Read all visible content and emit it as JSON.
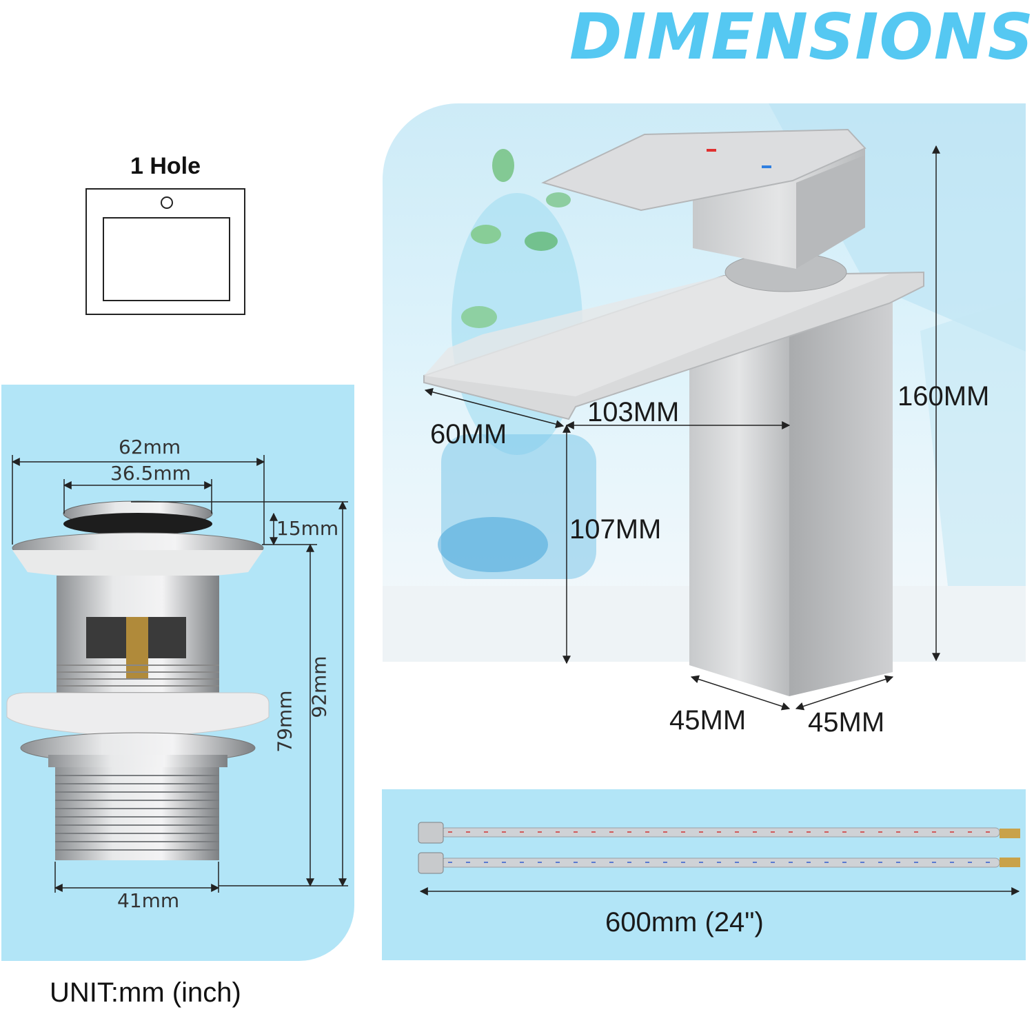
{
  "title": "DIMENSIONS",
  "hole_diagram": {
    "label": "1 Hole"
  },
  "drain": {
    "dims": {
      "top_width": "62mm",
      "cap_width": "36.5mm",
      "cap_height": "15mm",
      "body_width": "41mm",
      "body_height": "79mm",
      "total_height": "92mm"
    }
  },
  "faucet": {
    "dims": {
      "spout_width": "60MM",
      "spout_reach": "103MM",
      "spout_height": "107MM",
      "total_height": "160MM",
      "base_depth": "45MM",
      "base_width": "45MM"
    }
  },
  "hoses": {
    "length": "600mm (24\")"
  },
  "unit_note": "UNIT:mm (inch)",
  "colors": {
    "title": "#55c8f2",
    "panel": "#b2e5f7"
  }
}
